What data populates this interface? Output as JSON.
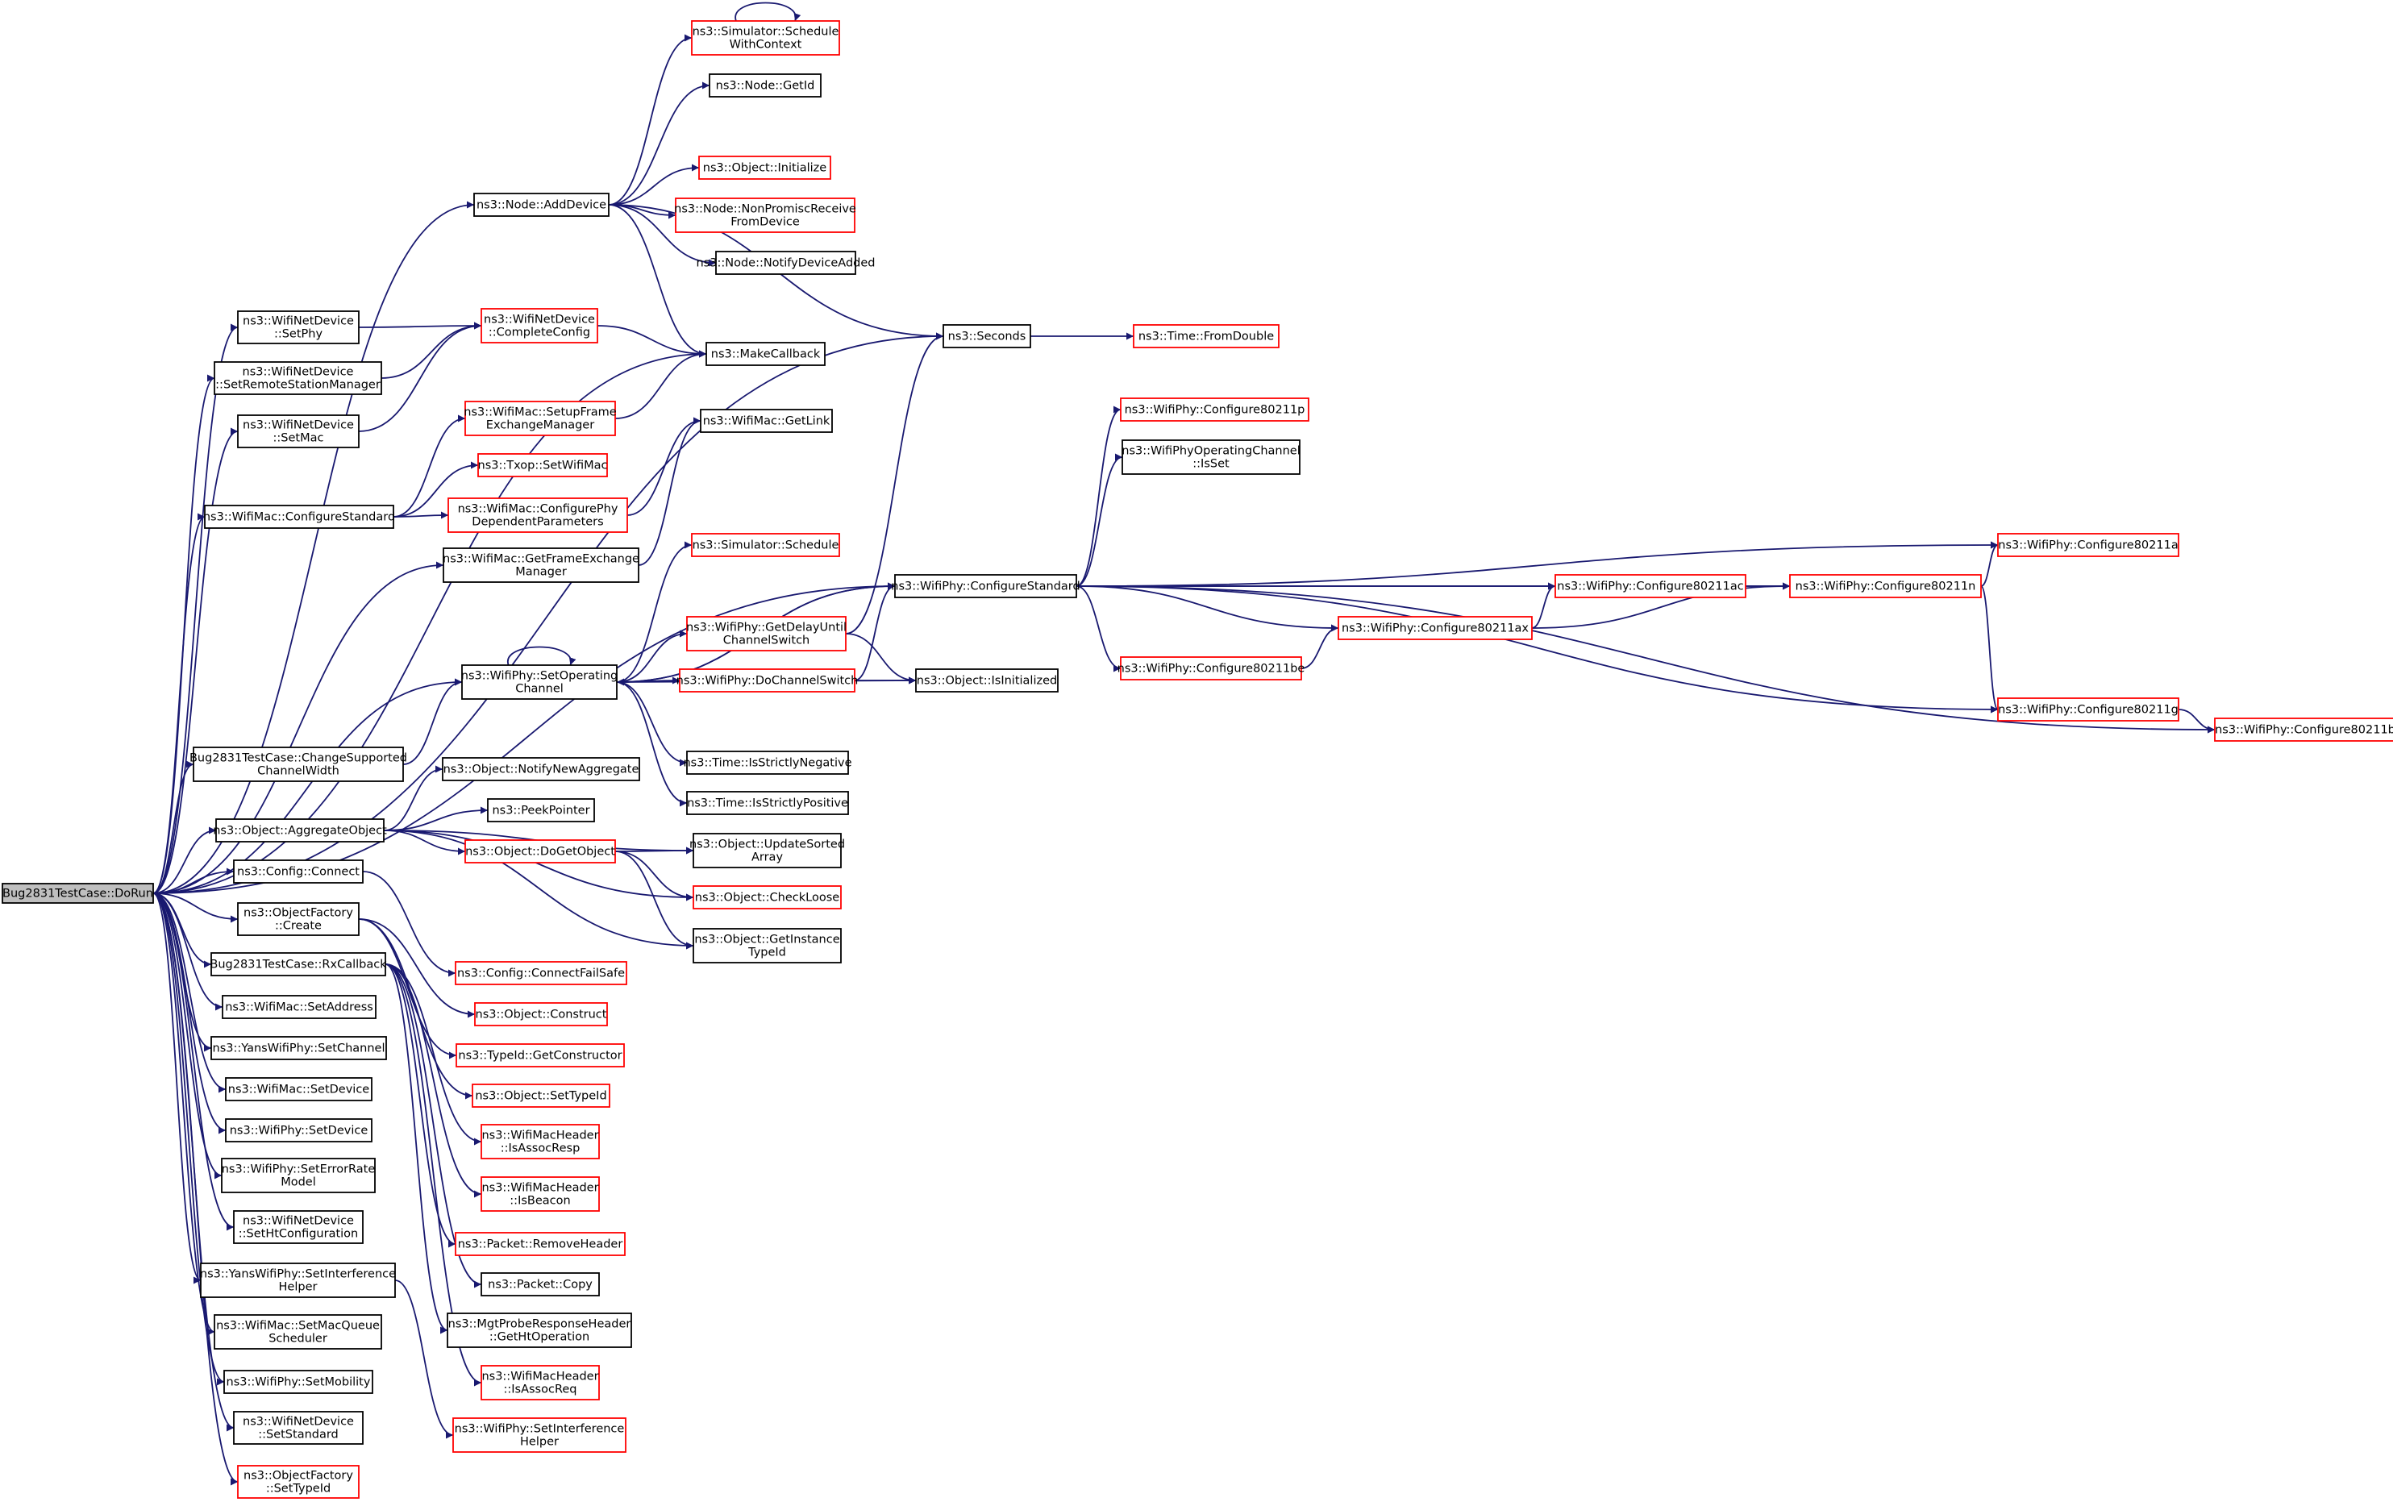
{
  "colors": {
    "edge": "#191970",
    "documented_border": "#000000",
    "undocumented_border": "#ff0000",
    "root_fill": "#bfbfbf"
  },
  "nodes": [
    {
      "id": "root",
      "lines": [
        "Bug2831TestCase::DoRun"
      ],
      "style": "root"
    },
    {
      "id": "schedule_ctx",
      "lines": [
        "ns3::Simulator::Schedule",
        "WithContext"
      ],
      "style": "red"
    },
    {
      "id": "node_getid",
      "lines": [
        "ns3::Node::GetId"
      ],
      "style": "black"
    },
    {
      "id": "obj_initialize",
      "lines": [
        "ns3::Object::Initialize"
      ],
      "style": "red"
    },
    {
      "id": "node_adddevice",
      "lines": [
        "ns3::Node::AddDevice"
      ],
      "style": "black"
    },
    {
      "id": "node_nonpromisc",
      "lines": [
        "ns3::Node::NonPromiscReceive",
        "FromDevice"
      ],
      "style": "red"
    },
    {
      "id": "node_notify",
      "lines": [
        "ns3::Node::NotifyDeviceAdded"
      ],
      "style": "black"
    },
    {
      "id": "wnd_setphy",
      "lines": [
        "ns3::WifiNetDevice",
        "::SetPhy"
      ],
      "style": "black"
    },
    {
      "id": "wnd_complete",
      "lines": [
        "ns3::WifiNetDevice",
        "::CompleteConfig"
      ],
      "style": "red"
    },
    {
      "id": "seconds",
      "lines": [
        "ns3::Seconds"
      ],
      "style": "black"
    },
    {
      "id": "fromdouble",
      "lines": [
        "ns3::Time::FromDouble"
      ],
      "style": "red"
    },
    {
      "id": "wnd_setrsm",
      "lines": [
        "ns3::WifiNetDevice",
        "::SetRemoteStationManager"
      ],
      "style": "black"
    },
    {
      "id": "makecallback",
      "lines": [
        "ns3::MakeCallback"
      ],
      "style": "black"
    },
    {
      "id": "wnd_setmac",
      "lines": [
        "ns3::WifiNetDevice",
        "::SetMac"
      ],
      "style": "black"
    },
    {
      "id": "mac_setupfem",
      "lines": [
        "ns3::WifiMac::SetupFrame",
        "ExchangeManager"
      ],
      "style": "red"
    },
    {
      "id": "mac_getlink",
      "lines": [
        "ns3::WifiMac::GetLink"
      ],
      "style": "black"
    },
    {
      "id": "txop_setmac",
      "lines": [
        "ns3::Txop::SetWifiMac"
      ],
      "style": "red"
    },
    {
      "id": "mac_configstd",
      "lines": [
        "ns3::WifiMac::ConfigureStandard"
      ],
      "style": "black"
    },
    {
      "id": "mac_configphydep",
      "lines": [
        "ns3::WifiMac::ConfigurePhy",
        "DependentParameters"
      ],
      "style": "red"
    },
    {
      "id": "mac_getfem",
      "lines": [
        "ns3::WifiMac::GetFrameExchange",
        "Manager"
      ],
      "style": "black"
    },
    {
      "id": "sim_schedule",
      "lines": [
        "ns3::Simulator::Schedule"
      ],
      "style": "red"
    },
    {
      "id": "phy_80211p",
      "lines": [
        "ns3::WifiPhy::Configure80211p"
      ],
      "style": "red"
    },
    {
      "id": "opch_isset",
      "lines": [
        "ns3::WifiPhyOperatingChannel",
        "::IsSet"
      ],
      "style": "black"
    },
    {
      "id": "phy_configstd",
      "lines": [
        "ns3::WifiPhy::ConfigureStandard"
      ],
      "style": "black"
    },
    {
      "id": "phy_80211a",
      "lines": [
        "ns3::WifiPhy::Configure80211a"
      ],
      "style": "red"
    },
    {
      "id": "phy_80211ac",
      "lines": [
        "ns3::WifiPhy::Configure80211ac"
      ],
      "style": "red"
    },
    {
      "id": "phy_80211n",
      "lines": [
        "ns3::WifiPhy::Configure80211n"
      ],
      "style": "red"
    },
    {
      "id": "phy_80211ax",
      "lines": [
        "ns3::WifiPhy::Configure80211ax"
      ],
      "style": "red"
    },
    {
      "id": "phy_getdelay",
      "lines": [
        "ns3::WifiPhy::GetDelayUntil",
        "ChannelSwitch"
      ],
      "style": "red"
    },
    {
      "id": "phy_setopch",
      "lines": [
        "ns3::WifiPhy::SetOperating",
        "Channel"
      ],
      "style": "black"
    },
    {
      "id": "phy_dochsw",
      "lines": [
        "ns3::WifiPhy::DoChannelSwitch"
      ],
      "style": "red"
    },
    {
      "id": "obj_isinit",
      "lines": [
        "ns3::Object::IsInitialized"
      ],
      "style": "black"
    },
    {
      "id": "phy_80211be",
      "lines": [
        "ns3::WifiPhy::Configure80211be"
      ],
      "style": "red"
    },
    {
      "id": "phy_80211g",
      "lines": [
        "ns3::WifiPhy::Configure80211g"
      ],
      "style": "red"
    },
    {
      "id": "phy_80211b",
      "lines": [
        "ns3::WifiPhy::Configure80211b"
      ],
      "style": "red"
    },
    {
      "id": "time_neg",
      "lines": [
        "ns3::Time::IsStrictlyNegative"
      ],
      "style": "black"
    },
    {
      "id": "bug_changecw",
      "lines": [
        "Bug2831TestCase::ChangeSupported",
        "ChannelWidth"
      ],
      "style": "black"
    },
    {
      "id": "obj_notifyagg",
      "lines": [
        "ns3::Object::NotifyNewAggregate"
      ],
      "style": "black"
    },
    {
      "id": "time_pos",
      "lines": [
        "ns3::Time::IsStrictlyPositive"
      ],
      "style": "black"
    },
    {
      "id": "peekpointer",
      "lines": [
        "ns3::PeekPointer"
      ],
      "style": "black"
    },
    {
      "id": "obj_aggregate",
      "lines": [
        "ns3::Object::AggregateObject"
      ],
      "style": "black"
    },
    {
      "id": "obj_updsorted",
      "lines": [
        "ns3::Object::UpdateSorted",
        "Array"
      ],
      "style": "black"
    },
    {
      "id": "obj_dogetobject",
      "lines": [
        "ns3::Object::DoGetObject"
      ],
      "style": "red"
    },
    {
      "id": "config_connect",
      "lines": [
        "ns3::Config::Connect"
      ],
      "style": "black"
    },
    {
      "id": "obj_checkloose",
      "lines": [
        "ns3::Object::CheckLoose"
      ],
      "style": "red"
    },
    {
      "id": "of_create",
      "lines": [
        "ns3::ObjectFactory",
        "::Create"
      ],
      "style": "black"
    },
    {
      "id": "obj_getinst",
      "lines": [
        "ns3::Object::GetInstance",
        "TypeId"
      ],
      "style": "black"
    },
    {
      "id": "bug_rxcallback",
      "lines": [
        "Bug2831TestCase::RxCallback"
      ],
      "style": "black"
    },
    {
      "id": "config_failsafe",
      "lines": [
        "ns3::Config::ConnectFailSafe"
      ],
      "style": "red"
    },
    {
      "id": "mac_setaddress",
      "lines": [
        "ns3::WifiMac::SetAddress"
      ],
      "style": "black"
    },
    {
      "id": "obj_construct",
      "lines": [
        "ns3::Object::Construct"
      ],
      "style": "red"
    },
    {
      "id": "yans_setchannel",
      "lines": [
        "ns3::YansWifiPhy::SetChannel"
      ],
      "style": "black"
    },
    {
      "id": "typeid_getctor",
      "lines": [
        "ns3::TypeId::GetConstructor"
      ],
      "style": "red"
    },
    {
      "id": "mac_setdevice",
      "lines": [
        "ns3::WifiMac::SetDevice"
      ],
      "style": "black"
    },
    {
      "id": "obj_settypeid",
      "lines": [
        "ns3::Object::SetTypeId"
      ],
      "style": "red"
    },
    {
      "id": "phy_setdevice",
      "lines": [
        "ns3::WifiPhy::SetDevice"
      ],
      "style": "black"
    },
    {
      "id": "hdr_assocresp",
      "lines": [
        "ns3::WifiMacHeader",
        "::IsAssocResp"
      ],
      "style": "red"
    },
    {
      "id": "phy_seterm",
      "lines": [
        "ns3::WifiPhy::SetErrorRate",
        "Model"
      ],
      "style": "black"
    },
    {
      "id": "hdr_beacon",
      "lines": [
        "ns3::WifiMacHeader",
        "::IsBeacon"
      ],
      "style": "red"
    },
    {
      "id": "wnd_sethtconf",
      "lines": [
        "ns3::WifiNetDevice",
        "::SetHtConfiguration"
      ],
      "style": "black"
    },
    {
      "id": "pkt_removeheader",
      "lines": [
        "ns3::Packet::RemoveHeader"
      ],
      "style": "red"
    },
    {
      "id": "yans_setinterf",
      "lines": [
        "ns3::YansWifiPhy::SetInterference",
        "Helper"
      ],
      "style": "black"
    },
    {
      "id": "pkt_copy",
      "lines": [
        "ns3::Packet::Copy"
      ],
      "style": "black"
    },
    {
      "id": "mgt_getht",
      "lines": [
        "ns3::MgtProbeResponseHeader",
        "::GetHtOperation"
      ],
      "style": "black"
    },
    {
      "id": "mac_setmacq",
      "lines": [
        "ns3::WifiMac::SetMacQueue",
        "Scheduler"
      ],
      "style": "black"
    },
    {
      "id": "hdr_assocreq",
      "lines": [
        "ns3::WifiMacHeader",
        "::IsAssocReq"
      ],
      "style": "red"
    },
    {
      "id": "phy_setmobility",
      "lines": [
        "ns3::WifiPhy::SetMobility"
      ],
      "style": "black"
    },
    {
      "id": "phy_setinterf",
      "lines": [
        "ns3::WifiPhy::SetInterference",
        "Helper"
      ],
      "style": "red"
    },
    {
      "id": "wnd_setstandard",
      "lines": [
        "ns3::WifiNetDevice",
        "::SetStandard"
      ],
      "style": "black"
    },
    {
      "id": "of_settypeid",
      "lines": [
        "ns3::ObjectFactory",
        "::SetTypeId"
      ],
      "style": "red"
    }
  ],
  "edges": [
    [
      "schedule_ctx",
      "schedule_ctx"
    ],
    [
      "node_adddevice",
      "schedule_ctx"
    ],
    [
      "node_adddevice",
      "node_getid"
    ],
    [
      "node_adddevice",
      "obj_initialize"
    ],
    [
      "node_adddevice",
      "node_nonpromisc"
    ],
    [
      "node_adddevice",
      "node_notify"
    ],
    [
      "node_adddevice",
      "seconds"
    ],
    [
      "node_adddevice",
      "makecallback"
    ],
    [
      "wnd_setphy",
      "wnd_complete"
    ],
    [
      "wnd_setrsm",
      "wnd_complete"
    ],
    [
      "wnd_setmac",
      "wnd_complete"
    ],
    [
      "wnd_complete",
      "makecallback"
    ],
    [
      "seconds",
      "fromdouble"
    ],
    [
      "mac_setupfem",
      "makecallback"
    ],
    [
      "mac_configstd",
      "mac_setupfem"
    ],
    [
      "mac_configstd",
      "txop_setmac"
    ],
    [
      "mac_configstd",
      "mac_configphydep"
    ],
    [
      "mac_configphydep",
      "mac_getlink"
    ],
    [
      "mac_getfem",
      "mac_getlink"
    ],
    [
      "phy_configstd",
      "phy_80211p"
    ],
    [
      "phy_configstd",
      "opch_isset"
    ],
    [
      "phy_configstd",
      "phy_80211a"
    ],
    [
      "phy_configstd",
      "phy_80211ac"
    ],
    [
      "phy_configstd",
      "phy_80211n"
    ],
    [
      "phy_configstd",
      "phy_80211ax"
    ],
    [
      "phy_configstd",
      "phy_80211be"
    ],
    [
      "phy_configstd",
      "phy_80211g"
    ],
    [
      "phy_configstd",
      "phy_80211b"
    ],
    [
      "phy_configstd",
      "phy_setopch"
    ],
    [
      "phy_80211ac",
      "phy_80211n"
    ],
    [
      "phy_80211ax",
      "phy_80211ac"
    ],
    [
      "phy_80211ax",
      "phy_80211n"
    ],
    [
      "phy_80211be",
      "phy_80211ax"
    ],
    [
      "phy_80211n",
      "phy_80211a"
    ],
    [
      "phy_80211n",
      "phy_80211g"
    ],
    [
      "phy_80211g",
      "phy_80211b"
    ],
    [
      "phy_setopch",
      "phy_setopch"
    ],
    [
      "phy_setopch",
      "phy_configstd"
    ],
    [
      "phy_setopch",
      "sim_schedule"
    ],
    [
      "phy_setopch",
      "phy_getdelay"
    ],
    [
      "phy_setopch",
      "phy_dochsw"
    ],
    [
      "phy_setopch",
      "obj_isinit"
    ],
    [
      "phy_setopch",
      "time_neg"
    ],
    [
      "phy_setopch",
      "time_pos"
    ],
    [
      "phy_getdelay",
      "seconds"
    ],
    [
      "phy_getdelay",
      "obj_isinit"
    ],
    [
      "phy_dochsw",
      "obj_isinit"
    ],
    [
      "phy_dochsw",
      "phy_configstd"
    ],
    [
      "bug_changecw",
      "phy_setopch"
    ],
    [
      "obj_aggregate",
      "obj_notifyagg"
    ],
    [
      "obj_aggregate",
      "peekpointer"
    ],
    [
      "obj_aggregate",
      "obj_updsorted"
    ],
    [
      "obj_aggregate",
      "obj_dogetobject"
    ],
    [
      "obj_aggregate",
      "obj_checkloose"
    ],
    [
      "obj_aggregate",
      "obj_getinst"
    ],
    [
      "obj_dogetobject",
      "obj_updsorted"
    ],
    [
      "obj_dogetobject",
      "obj_checkloose"
    ],
    [
      "obj_dogetobject",
      "obj_getinst"
    ],
    [
      "config_connect",
      "config_failsafe"
    ],
    [
      "of_create",
      "obj_construct"
    ],
    [
      "of_create",
      "typeid_getctor"
    ],
    [
      "of_create",
      "obj_settypeid"
    ],
    [
      "bug_rxcallback",
      "hdr_assocresp"
    ],
    [
      "bug_rxcallback",
      "hdr_beacon"
    ],
    [
      "bug_rxcallback",
      "pkt_removeheader"
    ],
    [
      "bug_rxcallback",
      "pkt_copy"
    ],
    [
      "bug_rxcallback",
      "mgt_getht"
    ],
    [
      "bug_rxcallback",
      "hdr_assocreq"
    ],
    [
      "yans_setinterf",
      "phy_setinterf"
    ],
    [
      "root",
      "node_adddevice"
    ],
    [
      "root",
      "seconds"
    ],
    [
      "root",
      "wnd_setphy"
    ],
    [
      "root",
      "wnd_setrsm"
    ],
    [
      "root",
      "wnd_setmac"
    ],
    [
      "root",
      "makecallback"
    ],
    [
      "root",
      "mac_configstd"
    ],
    [
      "root",
      "mac_getfem"
    ],
    [
      "root",
      "phy_configstd"
    ],
    [
      "root",
      "phy_setopch"
    ],
    [
      "root",
      "bug_changecw"
    ],
    [
      "root",
      "obj_aggregate"
    ],
    [
      "root",
      "config_connect"
    ],
    [
      "root",
      "of_create"
    ],
    [
      "root",
      "bug_rxcallback"
    ],
    [
      "root",
      "mac_setaddress"
    ],
    [
      "root",
      "yans_setchannel"
    ],
    [
      "root",
      "mac_setdevice"
    ],
    [
      "root",
      "phy_setdevice"
    ],
    [
      "root",
      "phy_seterm"
    ],
    [
      "root",
      "wnd_sethtconf"
    ],
    [
      "root",
      "yans_setinterf"
    ],
    [
      "root",
      "mac_setmacq"
    ],
    [
      "root",
      "phy_setmobility"
    ],
    [
      "root",
      "wnd_setstandard"
    ],
    [
      "root",
      "of_settypeid"
    ]
  ]
}
